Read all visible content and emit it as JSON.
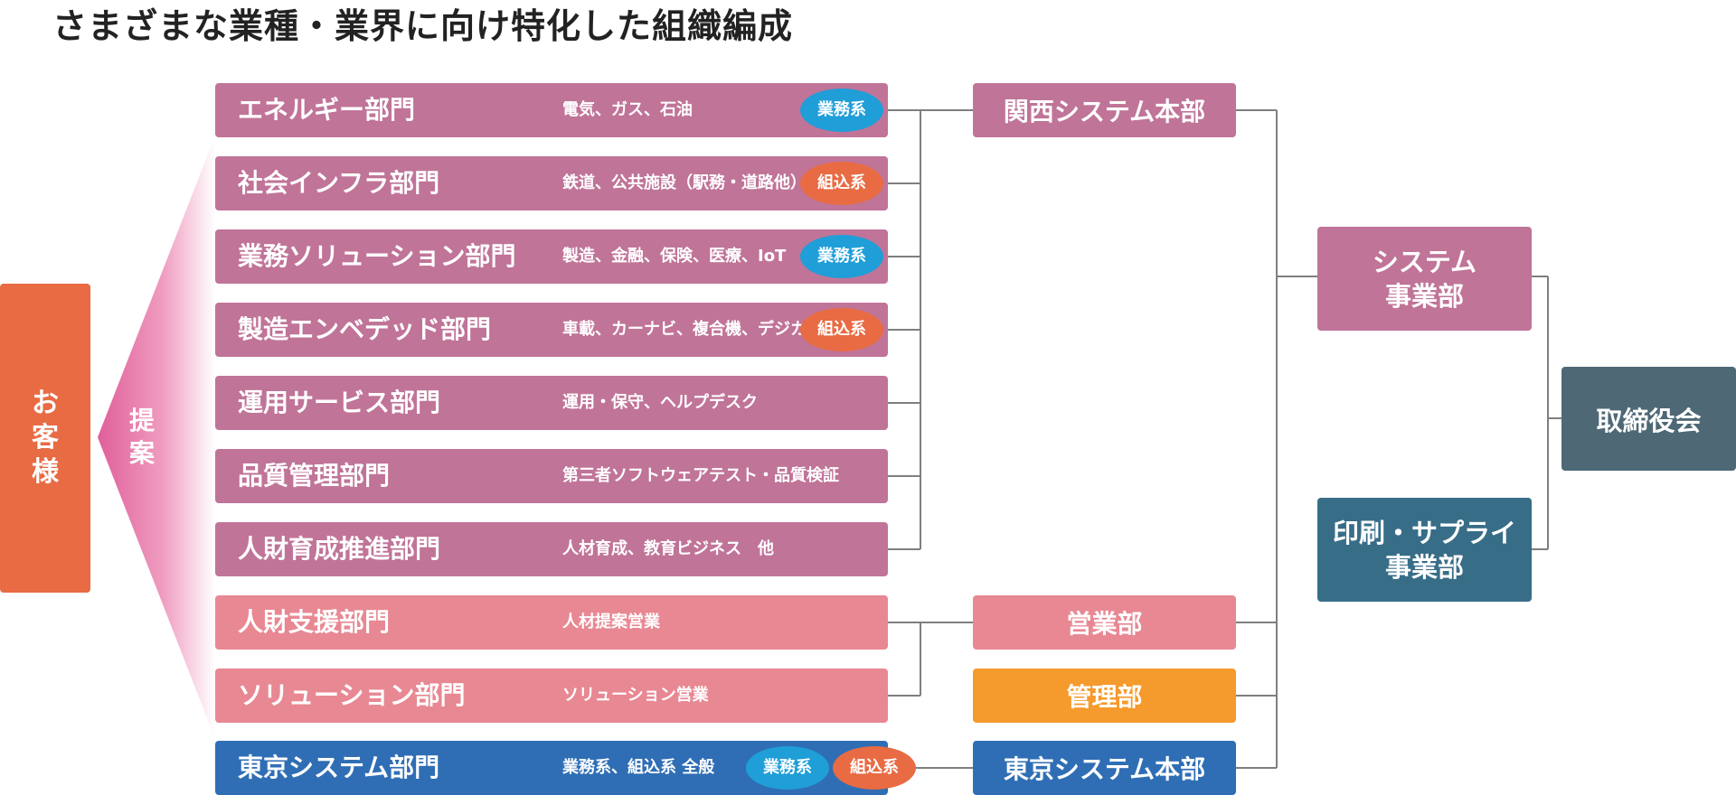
{
  "title": "さまざまな業種・業界に向け特化した組織編成",
  "customer": "お客様",
  "proposal": "提案",
  "departments": [
    {
      "name": "エネルギー部門",
      "desc": "電気、ガス、石油",
      "badges": [
        "業務系"
      ]
    },
    {
      "name": "社会インフラ部門",
      "desc": "鉄道、公共施設（駅務・道路他）",
      "badges": [
        "組込系"
      ]
    },
    {
      "name": "業務ソリューション部門",
      "desc": "製造、金融、保険、医療、IoT",
      "badges": [
        "業務系"
      ]
    },
    {
      "name": "製造エンベデッド部門",
      "desc": "車載、カーナビ、複合機、デジカメ",
      "badges": [
        "組込系"
      ]
    },
    {
      "name": "運用サービス部門",
      "desc": "運用・保守、ヘルプデスク",
      "badges": []
    },
    {
      "name": "品質管理部門",
      "desc": "第三者ソフトウェアテスト・品質検証",
      "badges": []
    },
    {
      "name": "人財育成推進部門",
      "desc": "人材育成、教育ビジネス　他",
      "badges": []
    },
    {
      "name": "人財支援部門",
      "desc": "人材提案営業",
      "badges": []
    },
    {
      "name": "ソリューション部門",
      "desc": "ソリューション営業",
      "badges": []
    },
    {
      "name": "東京システム部門",
      "desc": "業務系、組込系 全般",
      "badges": [
        "業務系",
        "組込系"
      ]
    }
  ],
  "headquarters": {
    "kansai": "関西システム本部",
    "sales": "営業部",
    "admin": "管理部",
    "tokyo": "東京システム本部"
  },
  "divisions": {
    "system": [
      "システム",
      "事業部"
    ],
    "printing": [
      "印刷・サプライ",
      "事業部"
    ]
  },
  "board": "取締役会",
  "colors": {
    "customer": "#e86b43",
    "department_system": "#c07498",
    "department_sales": "#e88893",
    "department_tokyo": "#2f6eb5",
    "badge_gyomu": "#1f9ed8",
    "badge_kumikomi": "#e86b43",
    "admin": "#f59a2c",
    "printing_division": "#386d88",
    "board": "#4e6876",
    "connector": "#7f7f7f"
  }
}
